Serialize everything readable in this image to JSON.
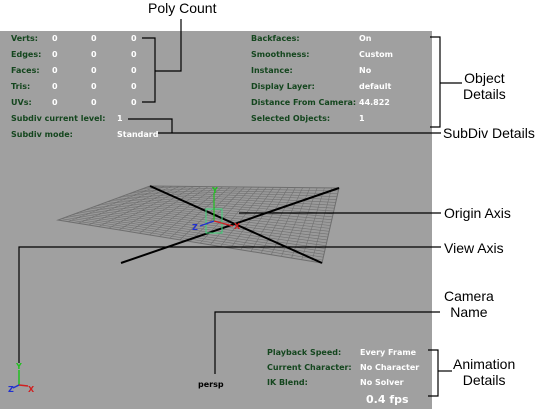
{
  "hud_left": {
    "rows": [
      {
        "label": "Verts:",
        "v1": "0",
        "v2": "0",
        "v3": "0"
      },
      {
        "label": "Edges:",
        "v1": "0",
        "v2": "0",
        "v3": "0"
      },
      {
        "label": "Faces:",
        "v1": "0",
        "v2": "0",
        "v3": "0"
      },
      {
        "label": "Tris:",
        "v1": "0",
        "v2": "0",
        "v3": "0"
      },
      {
        "label": "UVs:",
        "v1": "0",
        "v2": "0",
        "v3": "0"
      }
    ],
    "subdiv_level_label": "Subdiv current level:",
    "subdiv_level_value": "1",
    "subdiv_mode_label": "Subdiv mode:",
    "subdiv_mode_value": "Standard"
  },
  "hud_right": {
    "rows": [
      {
        "label": "Backfaces:",
        "value": "On"
      },
      {
        "label": "Smoothness:",
        "value": "Custom"
      },
      {
        "label": "Instance:",
        "value": "No"
      },
      {
        "label": "Display Layer:",
        "value": "default"
      },
      {
        "label": "Distance From Camera:",
        "value": "44.822"
      },
      {
        "label": "Selected Objects:",
        "value": "1"
      }
    ]
  },
  "anim": {
    "rows": [
      {
        "label": "Playback Speed:",
        "value": "Every Frame"
      },
      {
        "label": "Current Character:",
        "value": "No Character"
      },
      {
        "label": "IK Blend:",
        "value": "No Solver"
      }
    ],
    "fps": "0.4 fps"
  },
  "camera_name": "persp",
  "axis_labels": {
    "y": "Y",
    "z": "Z",
    "x": "X"
  },
  "callouts": {
    "poly_count": "Poly Count",
    "object_details": "Object\nDetails",
    "subdiv_details": "SubDiv Details",
    "origin_axis": "Origin Axis",
    "view_axis": "View Axis",
    "camera_name": "Camera\nName",
    "animation_details": "Animation\nDetails"
  },
  "colors": {
    "viewport_bg": "#a0a0a0",
    "hud_label": "#14461e",
    "grid": "#6e6e6e",
    "axis_x": "#d02020",
    "axis_y": "#20c020",
    "axis_z": "#2030d0"
  }
}
